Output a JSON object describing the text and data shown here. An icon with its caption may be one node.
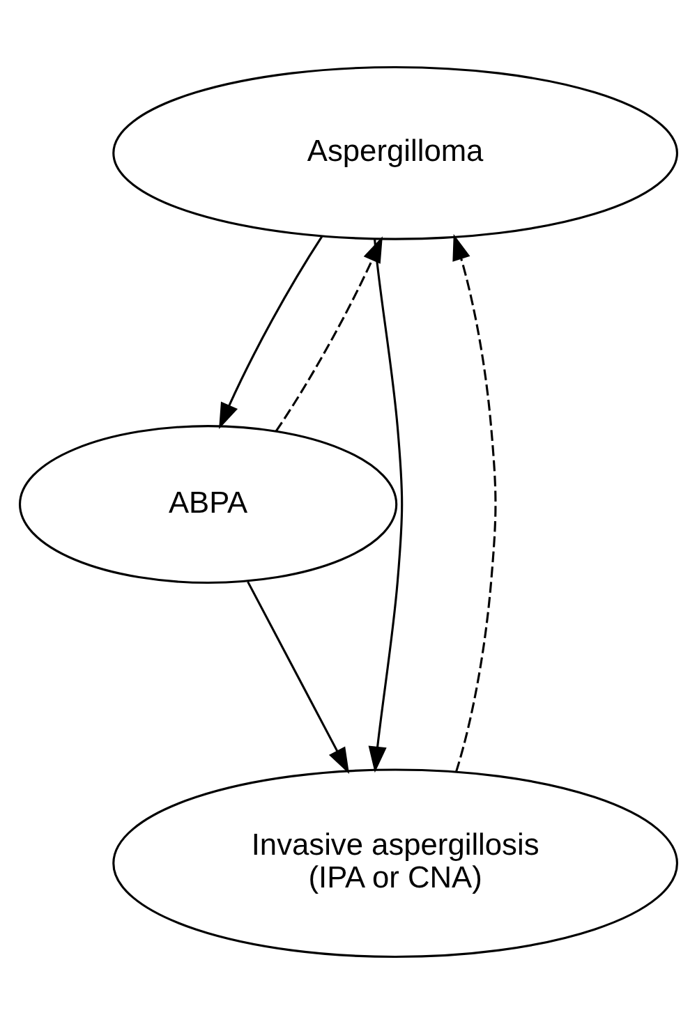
{
  "diagram": {
    "nodes": [
      {
        "text": [
          "Aspergilloma"
        ]
      },
      {
        "text": [
          "ABPA"
        ]
      },
      {
        "text": [
          "Invasive aspergillosis (IPA or CNA)"
        ]
      }
    ],
    "edges": [
      {
        "from": 0,
        "to": 1,
        "arrow": "to"
      },
      {
        "from": 1,
        "to": 0,
        "arrow": "to",
        "style": "dashed"
      },
      {
        "from": 0,
        "to": 2,
        "arrow": "to"
      },
      {
        "from": 1,
        "to": 2,
        "arrow": "to"
      },
      {
        "from": 2,
        "to": 0,
        "arrow": "to",
        "style": "dashed"
      }
    ]
  }
}
